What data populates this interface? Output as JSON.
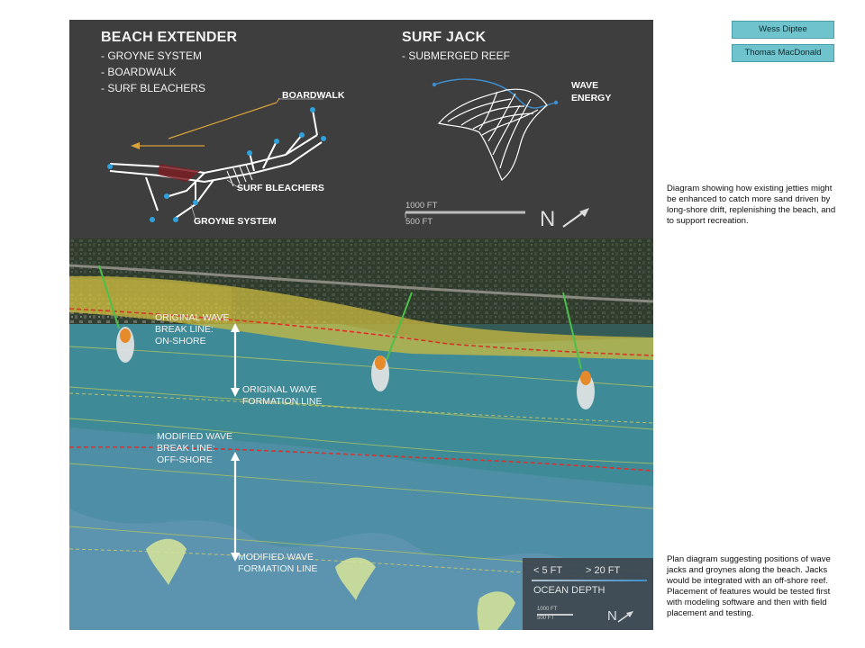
{
  "authors": [
    "Wess Diptee",
    "Thomas MacDonald"
  ],
  "beach_extender": {
    "title": "BEACH EXTENDER",
    "items": [
      "- GROYNE SYSTEM",
      "- BOARDWALK",
      "- SURF BLEACHERS"
    ],
    "labels": {
      "boardwalk": "BOARDWALK",
      "surf_bleachers": "SURF BLEACHERS",
      "groyne_system": "GROYNE SYSTEM"
    }
  },
  "surf_jack": {
    "title": "SURF JACK",
    "items": [
      "- SUBMERGED REEF"
    ],
    "wave_energy": [
      "WAVE",
      "ENERGY"
    ]
  },
  "scale_top": {
    "a": "1000 FT",
    "b": "500 FT",
    "north": "N"
  },
  "map_labels": {
    "original_break": [
      "ORIGINAL WAVE",
      "BREAK LINE:",
      "ON-SHORE"
    ],
    "original_formation": [
      "ORIGINAL WAVE",
      "FORMATION LINE"
    ],
    "modified_break": [
      "MODIFIED WAVE",
      "BREAK LINE:",
      "OFF-SHORE"
    ],
    "modified_formation": [
      "MODIFIED WAVE",
      "FORMATION LINE"
    ]
  },
  "legend": {
    "shallow": "< 5 FT",
    "deep": "> 20 FT",
    "title": "OCEAN DEPTH",
    "scale_a": "1000 FT",
    "scale_b": "500 FT",
    "north": "N"
  },
  "captions": {
    "top": "Diagram showing how existing jetties might be enhanced to catch more sand driven by long-shore drift, replenishing the beach, and to support recreation.",
    "bottom": "Plan diagram suggesting positions of wave jacks and groynes along the beach. Jacks would be integrated with an off-shore reef. Placement of features would be tested first with modeling software and then with field placement and testing."
  },
  "colors": {
    "panel": "#3e3e3e",
    "ocean": "#3f8a97",
    "beach": "#c9b940",
    "land": "#2d3a2c",
    "break_line": "#e0302a",
    "badge": "#6fc3cc"
  }
}
